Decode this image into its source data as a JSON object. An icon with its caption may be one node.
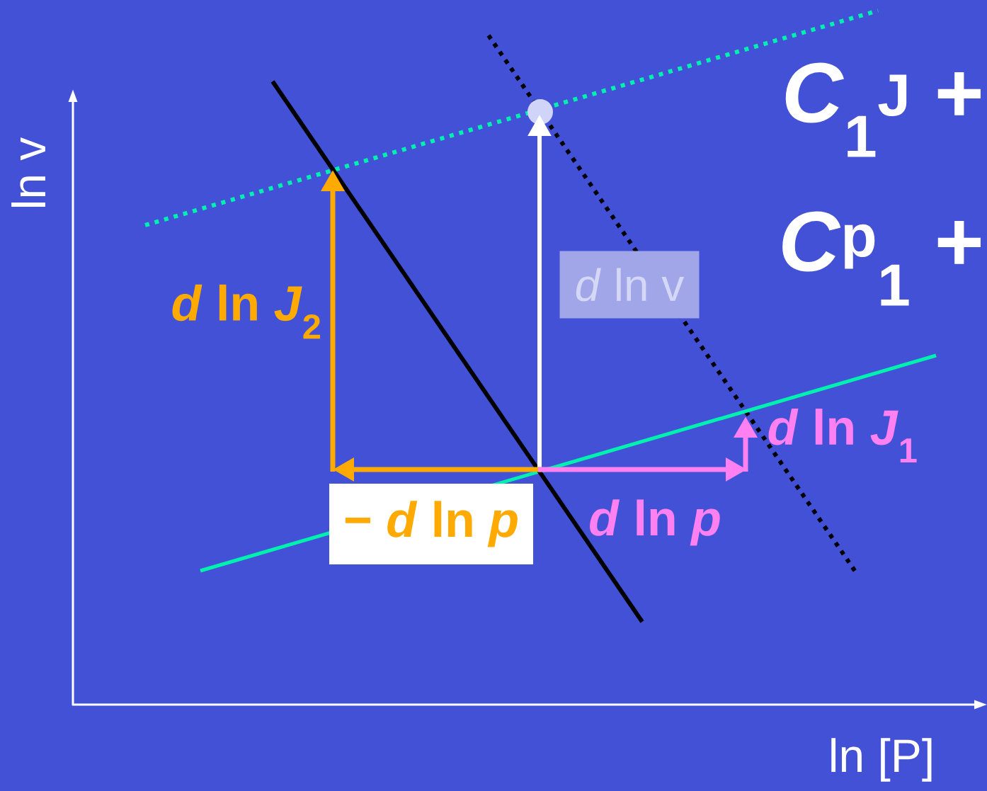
{
  "diagram": {
    "labels": [
      "ln v",
      "*C*$_{1}$$^{J}$ +",
      "*C*$^{p}$$_{1}$ +",
      "*d* ln v",
      "*d* ln *J*$_{2}$",
      "*d* ln *J*$_{1}$",
      "− *d* ln *p*",
      "*d* ln *p*",
      "ln [P]"
    ]
  }
}
